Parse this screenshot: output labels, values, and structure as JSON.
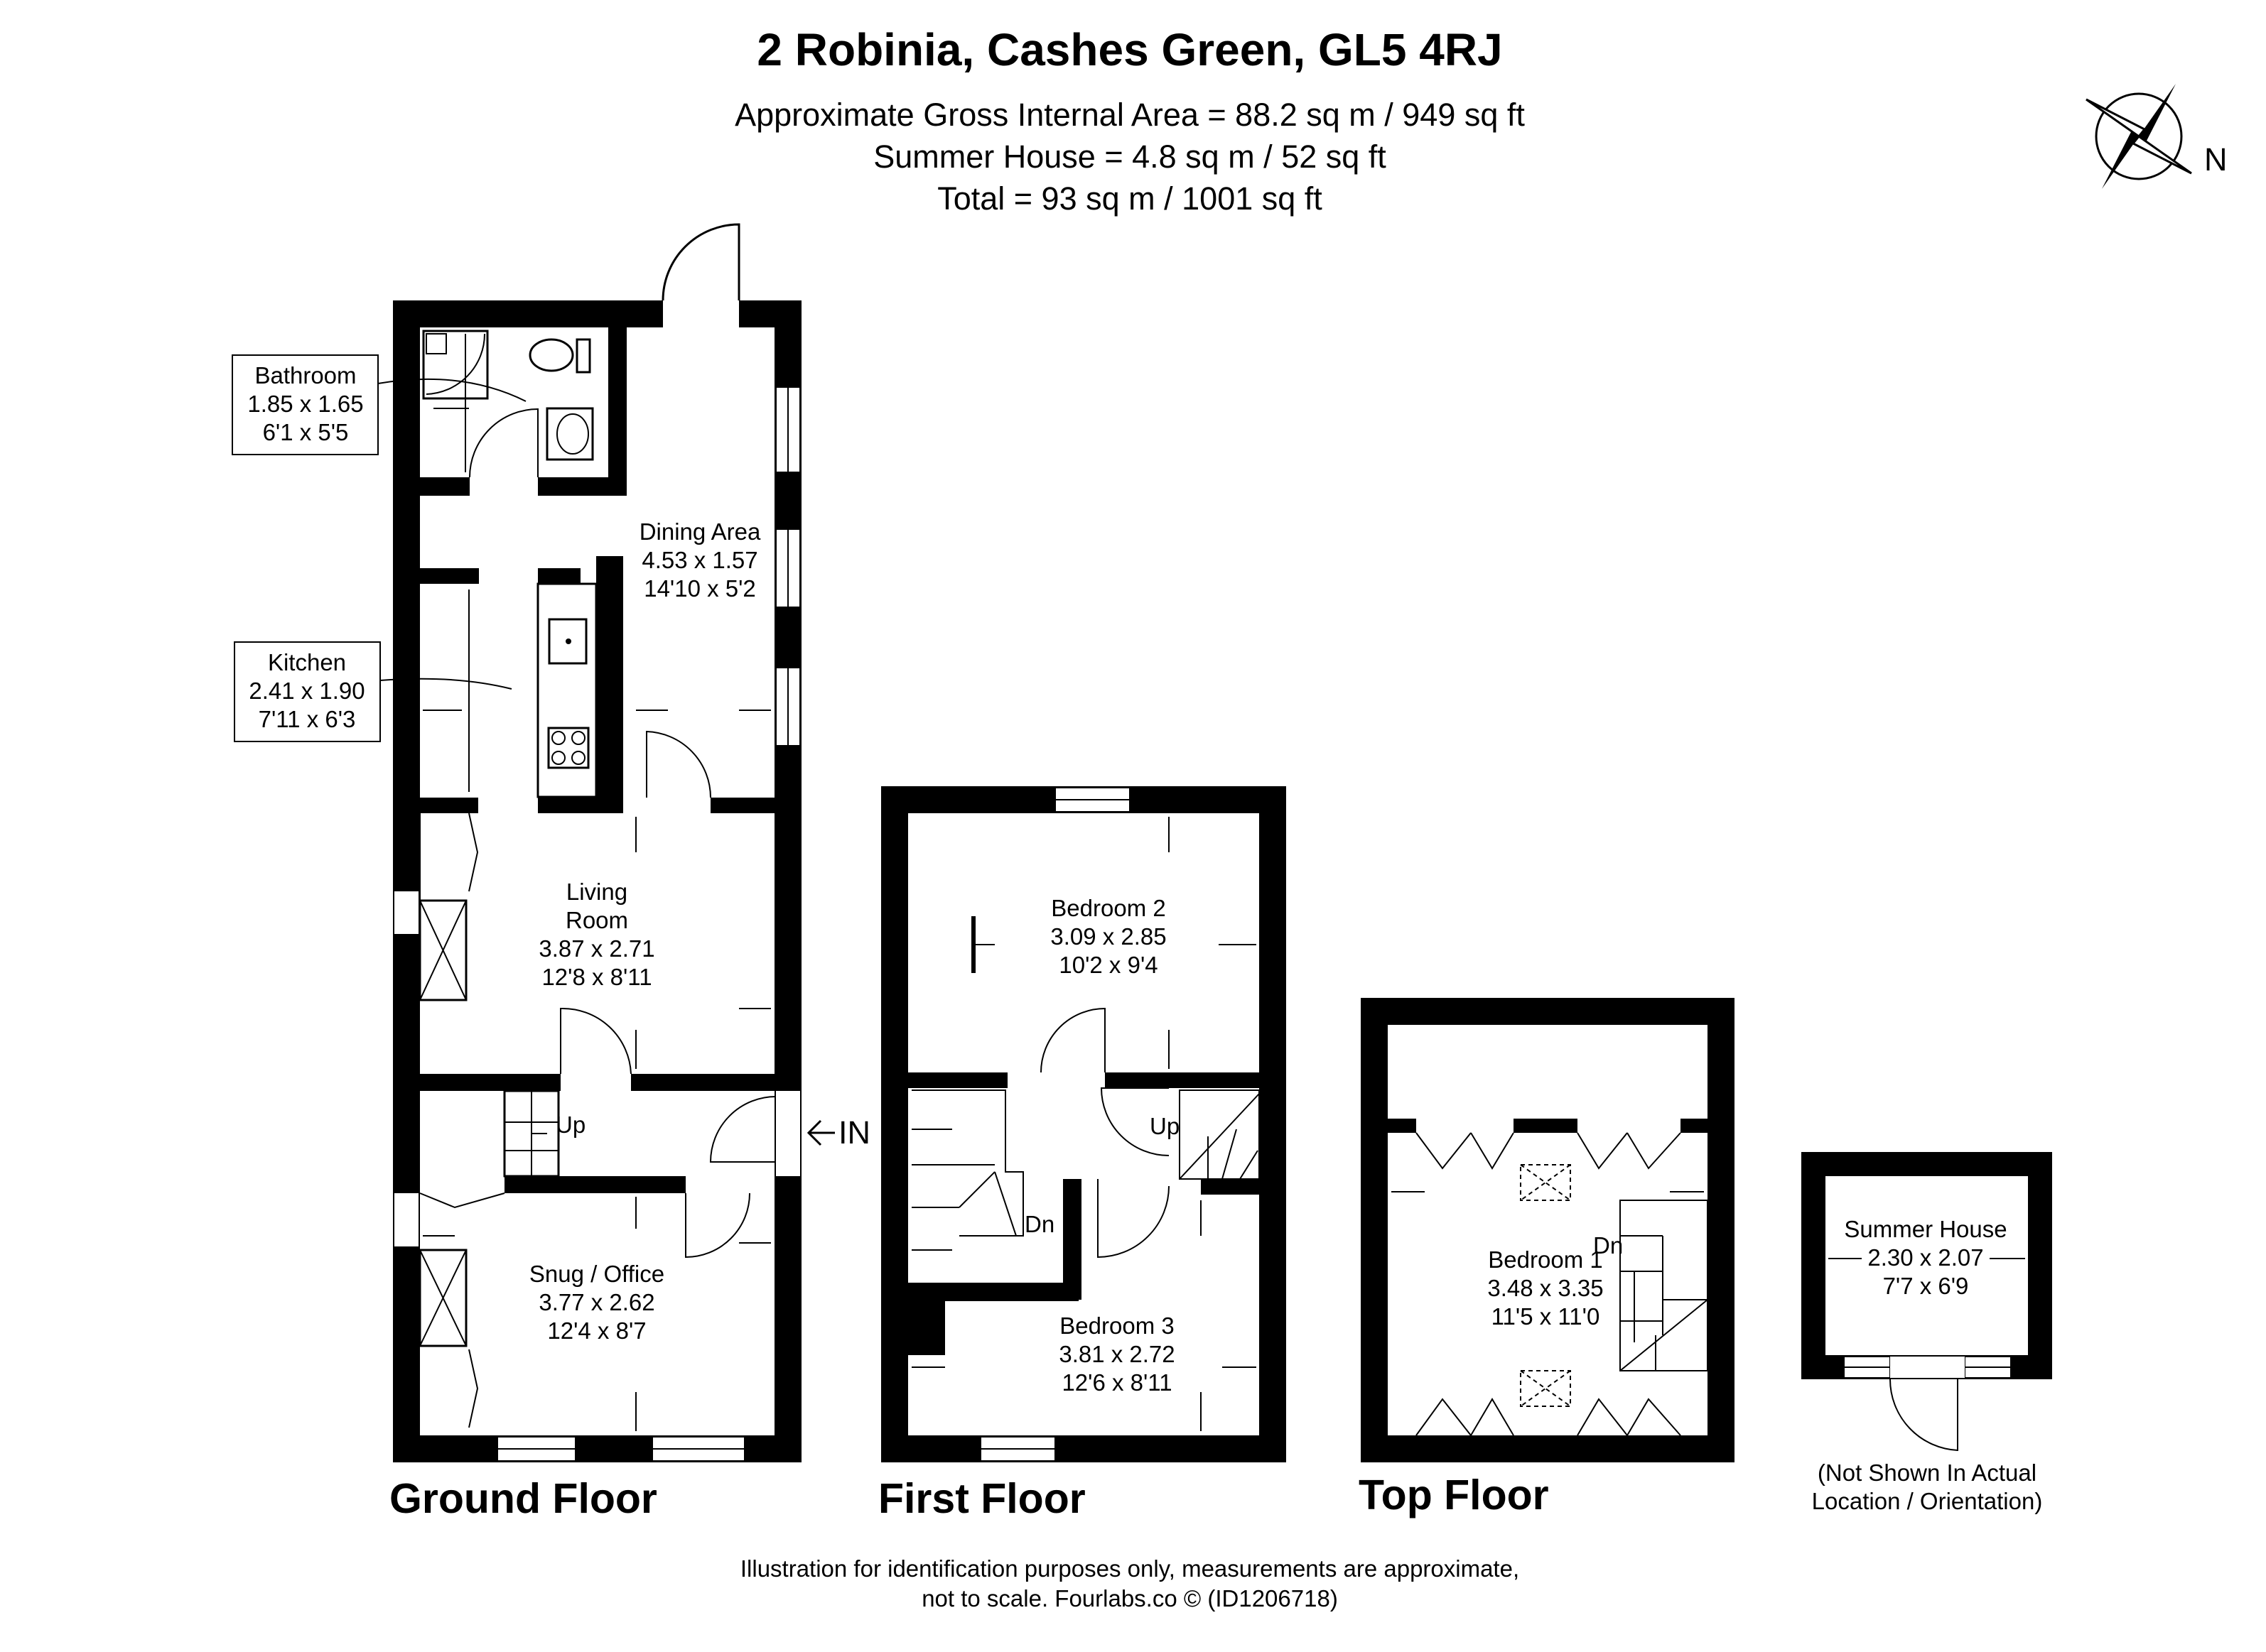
{
  "header": {
    "title": "2 Robinia, Cashes Green, GL5 4RJ",
    "line1": "Approximate Gross Internal Area = 88.2 sq m / 949 sq ft",
    "line2": "Summer House = 4.8 sq m / 52 sq ft",
    "line3": "Total = 93 sq m / 1001 sq ft"
  },
  "compass": {
    "label": "N",
    "icon": "compass-rose-icon"
  },
  "floors": {
    "ground": "Ground Floor",
    "first": "First Floor",
    "top": "Top Floor"
  },
  "rooms": {
    "bathroom": {
      "name": "Bathroom",
      "metric": "1.85 x 1.65",
      "imperial": "6'1 x 5'5"
    },
    "kitchen": {
      "name": "Kitchen",
      "metric": "2.41 x 1.90",
      "imperial": "7'11 x 6'3"
    },
    "dining": {
      "name": "Dining Area",
      "metric": "4.53 x 1.57",
      "imperial": "14'10 x 5'2"
    },
    "living": {
      "name1": "Living",
      "name2": "Room",
      "metric": "3.87 x 2.71",
      "imperial": "12'8 x 8'11"
    },
    "snug": {
      "name": "Snug / Office",
      "metric": "3.77 x 2.62",
      "imperial": "12'4 x 8'7"
    },
    "bedroom2": {
      "name": "Bedroom 2",
      "metric": "3.09 x 2.85",
      "imperial": "10'2 x 9'4"
    },
    "bedroom3": {
      "name": "Bedroom 3",
      "metric": "3.81 x 2.72",
      "imperial": "12'6 x 8'11"
    },
    "bedroom1": {
      "name": "Bedroom 1",
      "metric": "3.48 x 3.35",
      "imperial": "11'5 x 11'0"
    },
    "summerhouse": {
      "name": "Summer House",
      "metric": "2.30 x 2.07",
      "imperial": "7'7 x 6'9"
    }
  },
  "stairs": {
    "up": "Up",
    "down": "Dn"
  },
  "entrance": "IN",
  "summerhouse_note": {
    "line1": "(Not Shown In Actual",
    "line2": "Location / Orientation)"
  },
  "footer": {
    "line1": "Illustration for identification purposes only, measurements are approximate,",
    "line2": "not to scale. Fourlabs.co © (ID1206718)"
  }
}
